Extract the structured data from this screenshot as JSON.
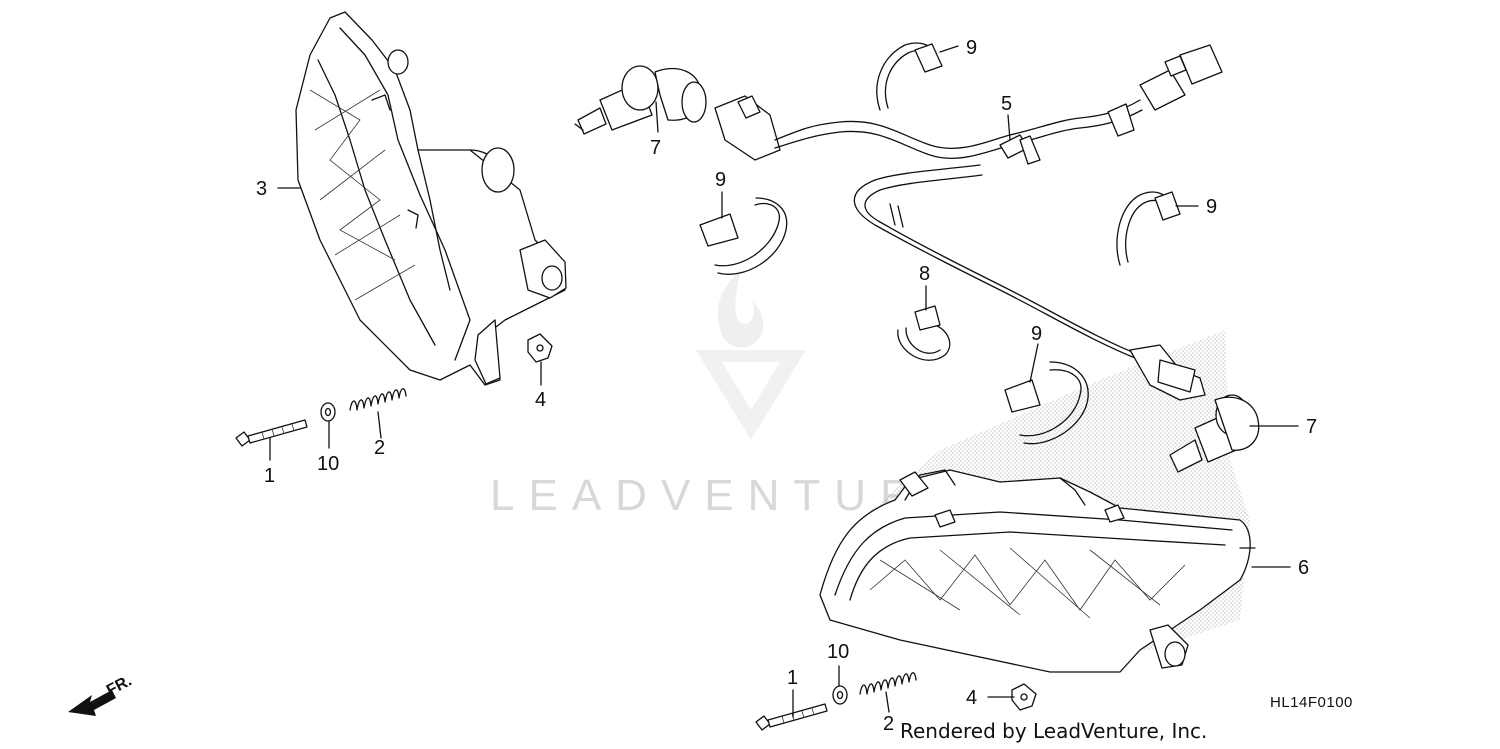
{
  "callouts": {
    "c1a": "1",
    "c1b": "1",
    "c2a": "2",
    "c2b": "2",
    "c3": "3",
    "c4a": "4",
    "c4b": "4",
    "c5": "5",
    "c6": "6",
    "c7a": "7",
    "c7b": "7",
    "c8": "8",
    "c9a": "9",
    "c9b": "9",
    "c9c": "9",
    "c9d": "9",
    "c10a": "10",
    "c10b": "10"
  },
  "diagram_code": "HL14F0100",
  "credit": "Rendered by LeadVenture, Inc.",
  "direction_label": "FR.",
  "watermark": "LEADVENTURE"
}
